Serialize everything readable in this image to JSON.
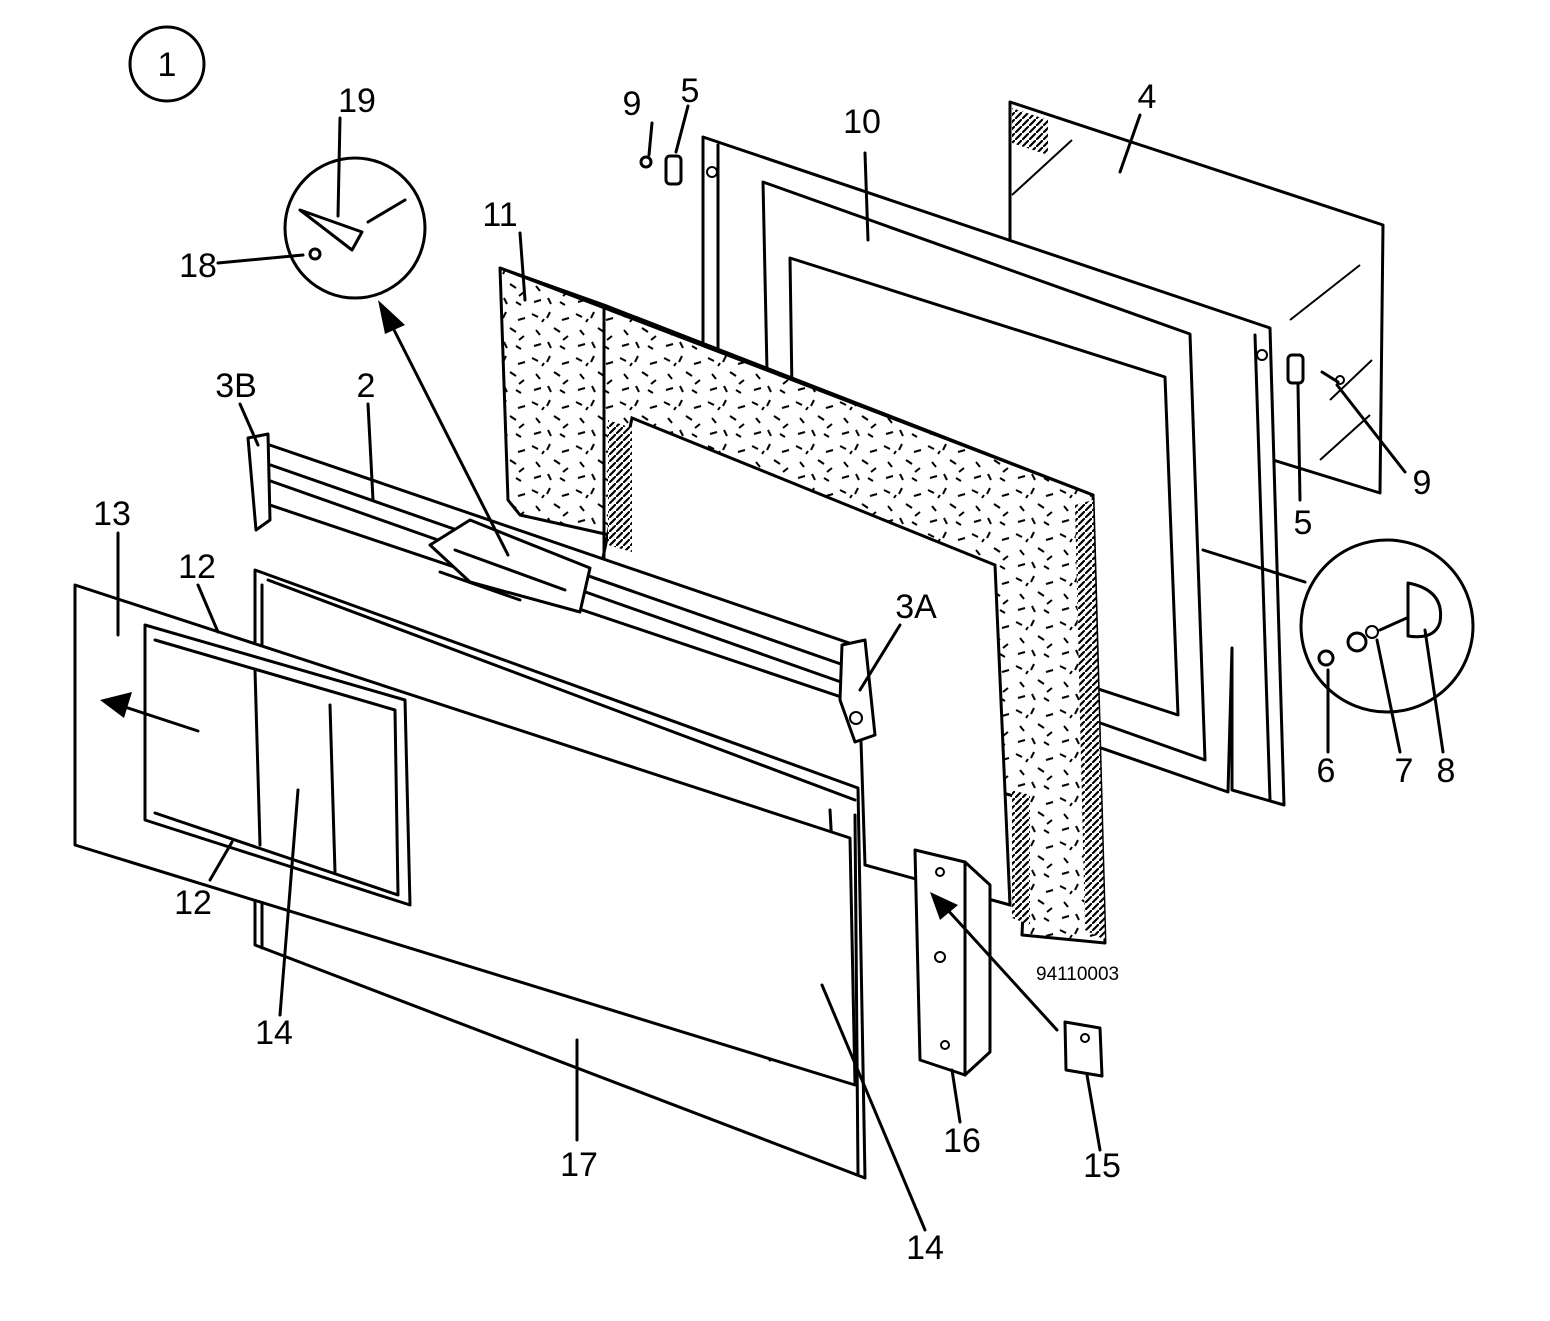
{
  "figure_number": "1",
  "drawing_code": "94110003",
  "part_labels": {
    "p19": "19",
    "p18": "18",
    "p9a": "9",
    "p5a": "5",
    "p10": "10",
    "p4": "4",
    "p11": "11",
    "p3b": "3B",
    "p2": "2",
    "p9b": "9",
    "p5b": "5",
    "p13": "13",
    "p12a": "12",
    "p3a": "3A",
    "p6": "6",
    "p7": "7",
    "p8": "8",
    "p12b": "12",
    "p14a": "14",
    "p16": "16",
    "p15": "15",
    "p17": "17",
    "p14b": "14"
  }
}
